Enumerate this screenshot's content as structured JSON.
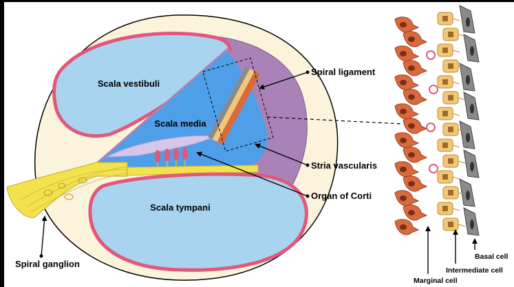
{
  "labels": {
    "scala_vestibuli": "Scala vestibuli",
    "scala_media": "Scala media",
    "scala_tympani": "Scala tympani",
    "spiral_ligament": "Spiral ligament",
    "stria_vascularis": "Stria vascularis",
    "organ_of_corti": "Organ of Corti",
    "spiral_ganglion": "Spiral ganglion",
    "basal_cell": "Basal cell",
    "intermediate_cell": "Intermediate cell",
    "marginal_cell": "Marginal cell"
  },
  "colors": {
    "background": "#000000",
    "panel": "#ffffff",
    "bone": "#fbf3dc",
    "fluid": "#a8d4ef",
    "media": "#4f9fe8",
    "ligament": "#a983b8",
    "membrane": "#e2577a",
    "marginal": "#d96a3e",
    "intermediate": "#f4c777",
    "basal": "#8a8a8a",
    "ganglion": "#f2e24b"
  }
}
